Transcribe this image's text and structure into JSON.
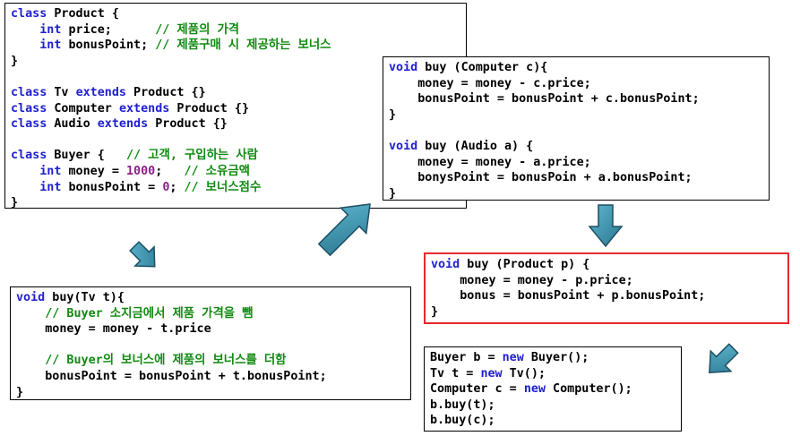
{
  "colors": {
    "keyword": "#1f1fd0",
    "comment": "#108a10",
    "number": "#8a1f8a",
    "highlight_border": "#e8282a",
    "arrow_fill": "#3a8fa8",
    "arrow_stroke": "#1d4f63"
  },
  "boxes": [
    {
      "id": "class-definitions",
      "highlight": false,
      "lines": [
        [
          {
            "t": "class",
            "c": "kw"
          },
          {
            "t": " Product {"
          }
        ],
        [
          {
            "t": "    "
          },
          {
            "t": "int",
            "c": "kw"
          },
          {
            "t": " price;      "
          },
          {
            "t": "// 제품의 가격",
            "c": "cm"
          }
        ],
        [
          {
            "t": "    "
          },
          {
            "t": "int",
            "c": "kw"
          },
          {
            "t": " bonusPoint; "
          },
          {
            "t": "// 제품구매 시 제공하는 보너스",
            "c": "cm"
          }
        ],
        [
          {
            "t": "}"
          }
        ],
        [
          {
            "t": ""
          }
        ],
        [
          {
            "t": "class",
            "c": "kw"
          },
          {
            "t": " Tv "
          },
          {
            "t": "extends",
            "c": "kw"
          },
          {
            "t": " Product {}"
          }
        ],
        [
          {
            "t": "class",
            "c": "kw"
          },
          {
            "t": " Computer "
          },
          {
            "t": "extends",
            "c": "kw"
          },
          {
            "t": " Product {}"
          }
        ],
        [
          {
            "t": "class",
            "c": "kw"
          },
          {
            "t": " Audio "
          },
          {
            "t": "extends",
            "c": "kw"
          },
          {
            "t": " Product {}"
          }
        ],
        [
          {
            "t": ""
          }
        ],
        [
          {
            "t": "class",
            "c": "kw"
          },
          {
            "t": " Buyer {   "
          },
          {
            "t": "// 고객, 구입하는 사람",
            "c": "cm"
          }
        ],
        [
          {
            "t": "    "
          },
          {
            "t": "int",
            "c": "kw"
          },
          {
            "t": " money = "
          },
          {
            "t": "1000",
            "c": "num"
          },
          {
            "t": ";   "
          },
          {
            "t": "// 소유금액",
            "c": "cm"
          }
        ],
        [
          {
            "t": "    "
          },
          {
            "t": "int",
            "c": "kw"
          },
          {
            "t": " bonusPoint = "
          },
          {
            "t": "0",
            "c": "num"
          },
          {
            "t": "; "
          },
          {
            "t": "// 보너스점수",
            "c": "cm"
          }
        ],
        [
          {
            "t": "}"
          }
        ]
      ]
    },
    {
      "id": "buy-tv-method",
      "highlight": false,
      "lines": [
        [
          {
            "t": "void",
            "c": "kw"
          },
          {
            "t": " buy(Tv t){"
          }
        ],
        [
          {
            "t": "    "
          },
          {
            "t": "// Buyer 소지금에서 제품 가격을 뺌",
            "c": "cm"
          }
        ],
        [
          {
            "t": "    money = money - t.price"
          }
        ],
        [
          {
            "t": ""
          }
        ],
        [
          {
            "t": "    "
          },
          {
            "t": "// Buyer의 보너스에 제품의 보너스를 더함",
            "c": "cm"
          }
        ],
        [
          {
            "t": "    bonusPoint = bonusPoint + t.bonusPoint;"
          }
        ],
        [
          {
            "t": "}"
          }
        ]
      ]
    },
    {
      "id": "buy-computer-audio-methods",
      "highlight": false,
      "lines": [
        [
          {
            "t": "void",
            "c": "kw"
          },
          {
            "t": " buy (Computer c){"
          }
        ],
        [
          {
            "t": "    money = money - c.price;"
          }
        ],
        [
          {
            "t": "    bonusPoint = bonusPoint + c.bonusPoint;"
          }
        ],
        [
          {
            "t": "}"
          }
        ],
        [
          {
            "t": ""
          }
        ],
        [
          {
            "t": "void",
            "c": "kw"
          },
          {
            "t": " buy (Audio a) {"
          }
        ],
        [
          {
            "t": "    money = money - a.price;"
          }
        ],
        [
          {
            "t": "    bonysPoint = bonusPoin + a.bonusPoint;"
          }
        ],
        [
          {
            "t": "}"
          }
        ]
      ]
    },
    {
      "id": "buy-product-method",
      "highlight": true,
      "lines": [
        [
          {
            "t": "void",
            "c": "kw"
          },
          {
            "t": " buy (Product p) {"
          }
        ],
        [
          {
            "t": "    money = money - p.price;"
          }
        ],
        [
          {
            "t": "    bonus = bonusPoint + p.bonusPoint;"
          }
        ],
        [
          {
            "t": "}"
          }
        ]
      ]
    },
    {
      "id": "usage-example",
      "highlight": false,
      "lines": [
        [
          {
            "t": "Buyer b = "
          },
          {
            "t": "new",
            "c": "kw"
          },
          {
            "t": " Buyer();"
          }
        ],
        [
          {
            "t": "Tv t = "
          },
          {
            "t": "new",
            "c": "kw"
          },
          {
            "t": " Tv();"
          }
        ],
        [
          {
            "t": "Computer c = "
          },
          {
            "t": "new",
            "c": "kw"
          },
          {
            "t": " Computer();"
          }
        ],
        [
          {
            "t": "b.buy(t);"
          }
        ],
        [
          {
            "t": "b.buy(c);"
          }
        ]
      ]
    }
  ]
}
